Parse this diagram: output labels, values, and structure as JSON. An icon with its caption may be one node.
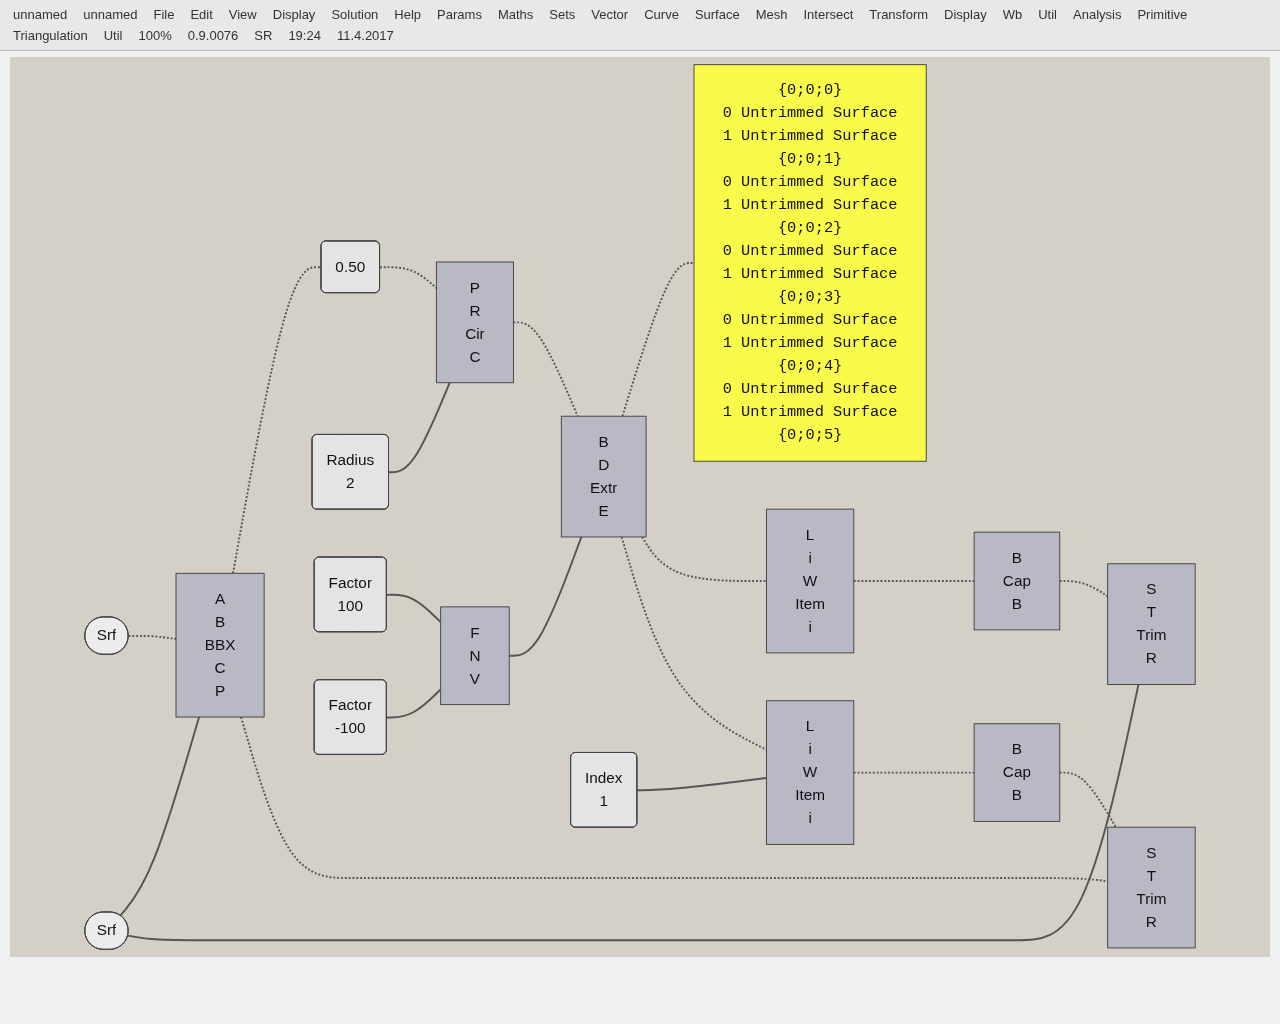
{
  "diagram": {
    "nodes": [
      {
        "text": [
          "Srf"
        ]
      },
      {
        "text": [
          "Srf"
        ]
      },
      {
        "text": [
          "A",
          "B",
          "BBX",
          "C",
          "P"
        ]
      },
      {
        "text": [
          "0.50"
        ]
      },
      {
        "text": [
          "Radius",
          "2"
        ]
      },
      {
        "text": [
          "P",
          "R",
          "Cir",
          "C"
        ]
      },
      {
        "text": [
          "Factor",
          "100"
        ]
      },
      {
        "text": [
          "Factor",
          "-100"
        ]
      },
      {
        "text": [
          "F",
          "N",
          "V"
        ]
      },
      {
        "text": [
          "B",
          "D",
          "Extr",
          "E"
        ]
      },
      {
        "text": [
          "{0;0;0}",
          "0 Untrimmed Surface",
          "1 Untrimmed Surface",
          "{0;0;1}",
          "0 Untrimmed Surface",
          "1 Untrimmed Surface",
          "{0;0;2}",
          "0 Untrimmed Surface",
          "1 Untrimmed Surface",
          "{0;0;3}",
          "0 Untrimmed Surface",
          "1 Untrimmed Surface",
          "{0;0;4}",
          "0 Untrimmed Surface",
          "1 Untrimmed Surface",
          "{0;0;5}"
        ]
      },
      {
        "text": [
          "Index",
          "1"
        ]
      },
      {
        "text": [
          "S",
          "T",
          "Trim",
          "R"
        ]
      },
      {
        "text": [
          "L",
          "i",
          "W",
          "Item",
          "i"
        ]
      },
      {
        "text": [
          "B",
          "Cap",
          "B"
        ]
      },
      {
        "text": [
          "L",
          "i",
          "W",
          "Item",
          "i"
        ]
      },
      {
        "text": [
          "B",
          "Cap",
          "B"
        ]
      },
      {
        "text": [
          "S",
          "T",
          "Trim",
          "R"
        ]
      }
    ],
    "edges": [
      {
        "from": 0,
        "to": 2,
        "arrow": "none",
        "style": "dashed"
      },
      {
        "from": 1,
        "to": 2,
        "arrow": "none"
      },
      {
        "from": 1,
        "to": 12,
        "arrow": "none"
      },
      {
        "from": 2,
        "to": 3,
        "arrow": "none",
        "style": "dashed"
      },
      {
        "from": 3,
        "to": 5,
        "arrow": "none",
        "style": "dashed"
      },
      {
        "from": 2,
        "to": 17,
        "arrow": "none",
        "style": "dashed"
      },
      {
        "from": 4,
        "to": 5,
        "arrow": "none"
      },
      {
        "from": 6,
        "to": 8,
        "arrow": "none"
      },
      {
        "from": 7,
        "to": 8,
        "arrow": "none"
      },
      {
        "from": 5,
        "to": 9,
        "arrow": "none",
        "style": "dashed"
      },
      {
        "from": 8,
        "to": 9,
        "arrow": "none"
      },
      {
        "from": 9,
        "to": 10,
        "arrow": "none",
        "style": "dashed"
      },
      {
        "from": 9,
        "to": 13,
        "arrow": "none",
        "style": "dashed"
      },
      {
        "from": 9,
        "to": 15,
        "arrow": "none",
        "style": "dashed"
      },
      {
        "from": 11,
        "to": 15,
        "arrow": "none"
      },
      {
        "from": 13,
        "to": 14,
        "arrow": "none",
        "style": "dashed"
      },
      {
        "from": 14,
        "to": 12,
        "arrow": "none",
        "style": "dashed"
      },
      {
        "from": 15,
        "to": 16,
        "arrow": "none",
        "style": "dashed"
      },
      {
        "from": 16,
        "to": 17,
        "arrow": "none",
        "style": "dashed"
      }
    ],
    "labels": [
      "unnamed",
      "unnamed",
      "File",
      "Edit",
      "View",
      "Display",
      "Solution",
      "Help",
      "Params",
      "Maths",
      "Sets",
      "Vector",
      "Curve",
      "Surface",
      "Mesh",
      "Intersect",
      "Transform",
      "Display",
      "Wb",
      "Util",
      "Analysis",
      "Primitive",
      "Triangulation",
      "Util",
      "100%",
      "0.9.0076",
      "SR",
      "19:24",
      "11.4.2017"
    ]
  }
}
